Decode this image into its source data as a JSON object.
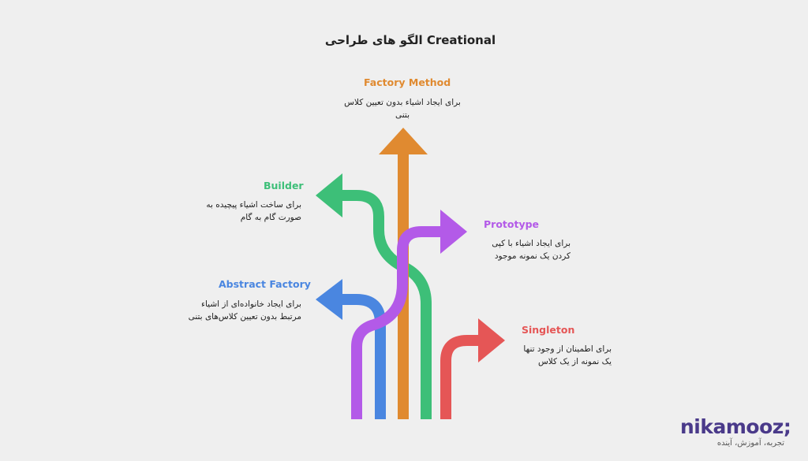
{
  "title": "الگو های طراحی Creational",
  "patterns": {
    "factory_method": {
      "label": "Factory Method",
      "description": "برای ایجاد اشیاء بدون تعیین کلاس بتنی",
      "color": "#e08a30"
    },
    "builder": {
      "label": "Builder",
      "description": "برای ساخت اشیاء پیچیده به صورت گام به گام",
      "color": "#3dbf78"
    },
    "prototype": {
      "label": "Prototype",
      "description": "برای ایجاد اشیاء با کپی کردن یک نمونه موجود",
      "color": "#b35ae8"
    },
    "abstract_factory": {
      "label": "Abstract Factory",
      "description": "برای ایجاد خانواده‌ای از اشیاء مرتبط بدون تعیین کلاس‌های بتنی",
      "color": "#4a86e0"
    },
    "singleton": {
      "label": "Singleton",
      "description": "برای اطمینان از وجود تنها یک نمونه از یک کلاس",
      "color": "#e55656"
    }
  },
  "logo": {
    "name": "nikamooz;",
    "tagline": "تجربه، آموزش، آینده"
  }
}
